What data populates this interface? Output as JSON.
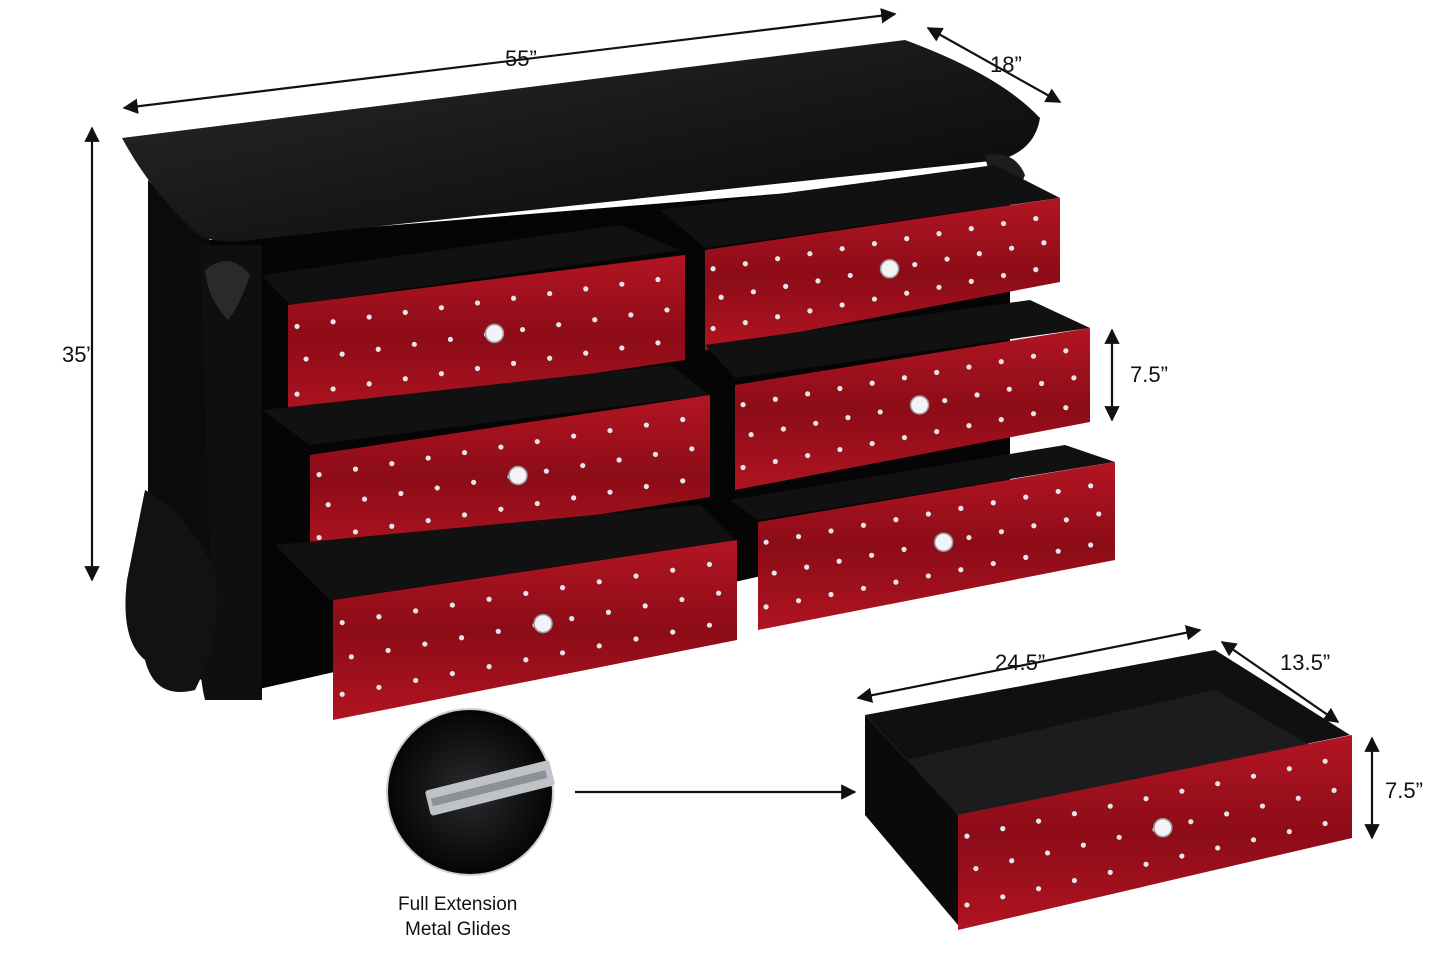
{
  "dimensions": {
    "width": "55”",
    "depth": "18”",
    "height": "35”",
    "drawer_front_height": "7.5”",
    "drawer_width": "24.5”",
    "drawer_depth": "13.5”",
    "drawer_height": "7.5”"
  },
  "glides_caption": {
    "line1": "Full Extension",
    "line2": "Metal Glides"
  },
  "colors": {
    "cabinet": "#0d0d0f",
    "cabinet_top": "#1a1a1d",
    "velvet": "#a10f1c",
    "velvet_dark": "#6e0712",
    "crystal": "#e6e6ea"
  },
  "drawer_count": 6
}
